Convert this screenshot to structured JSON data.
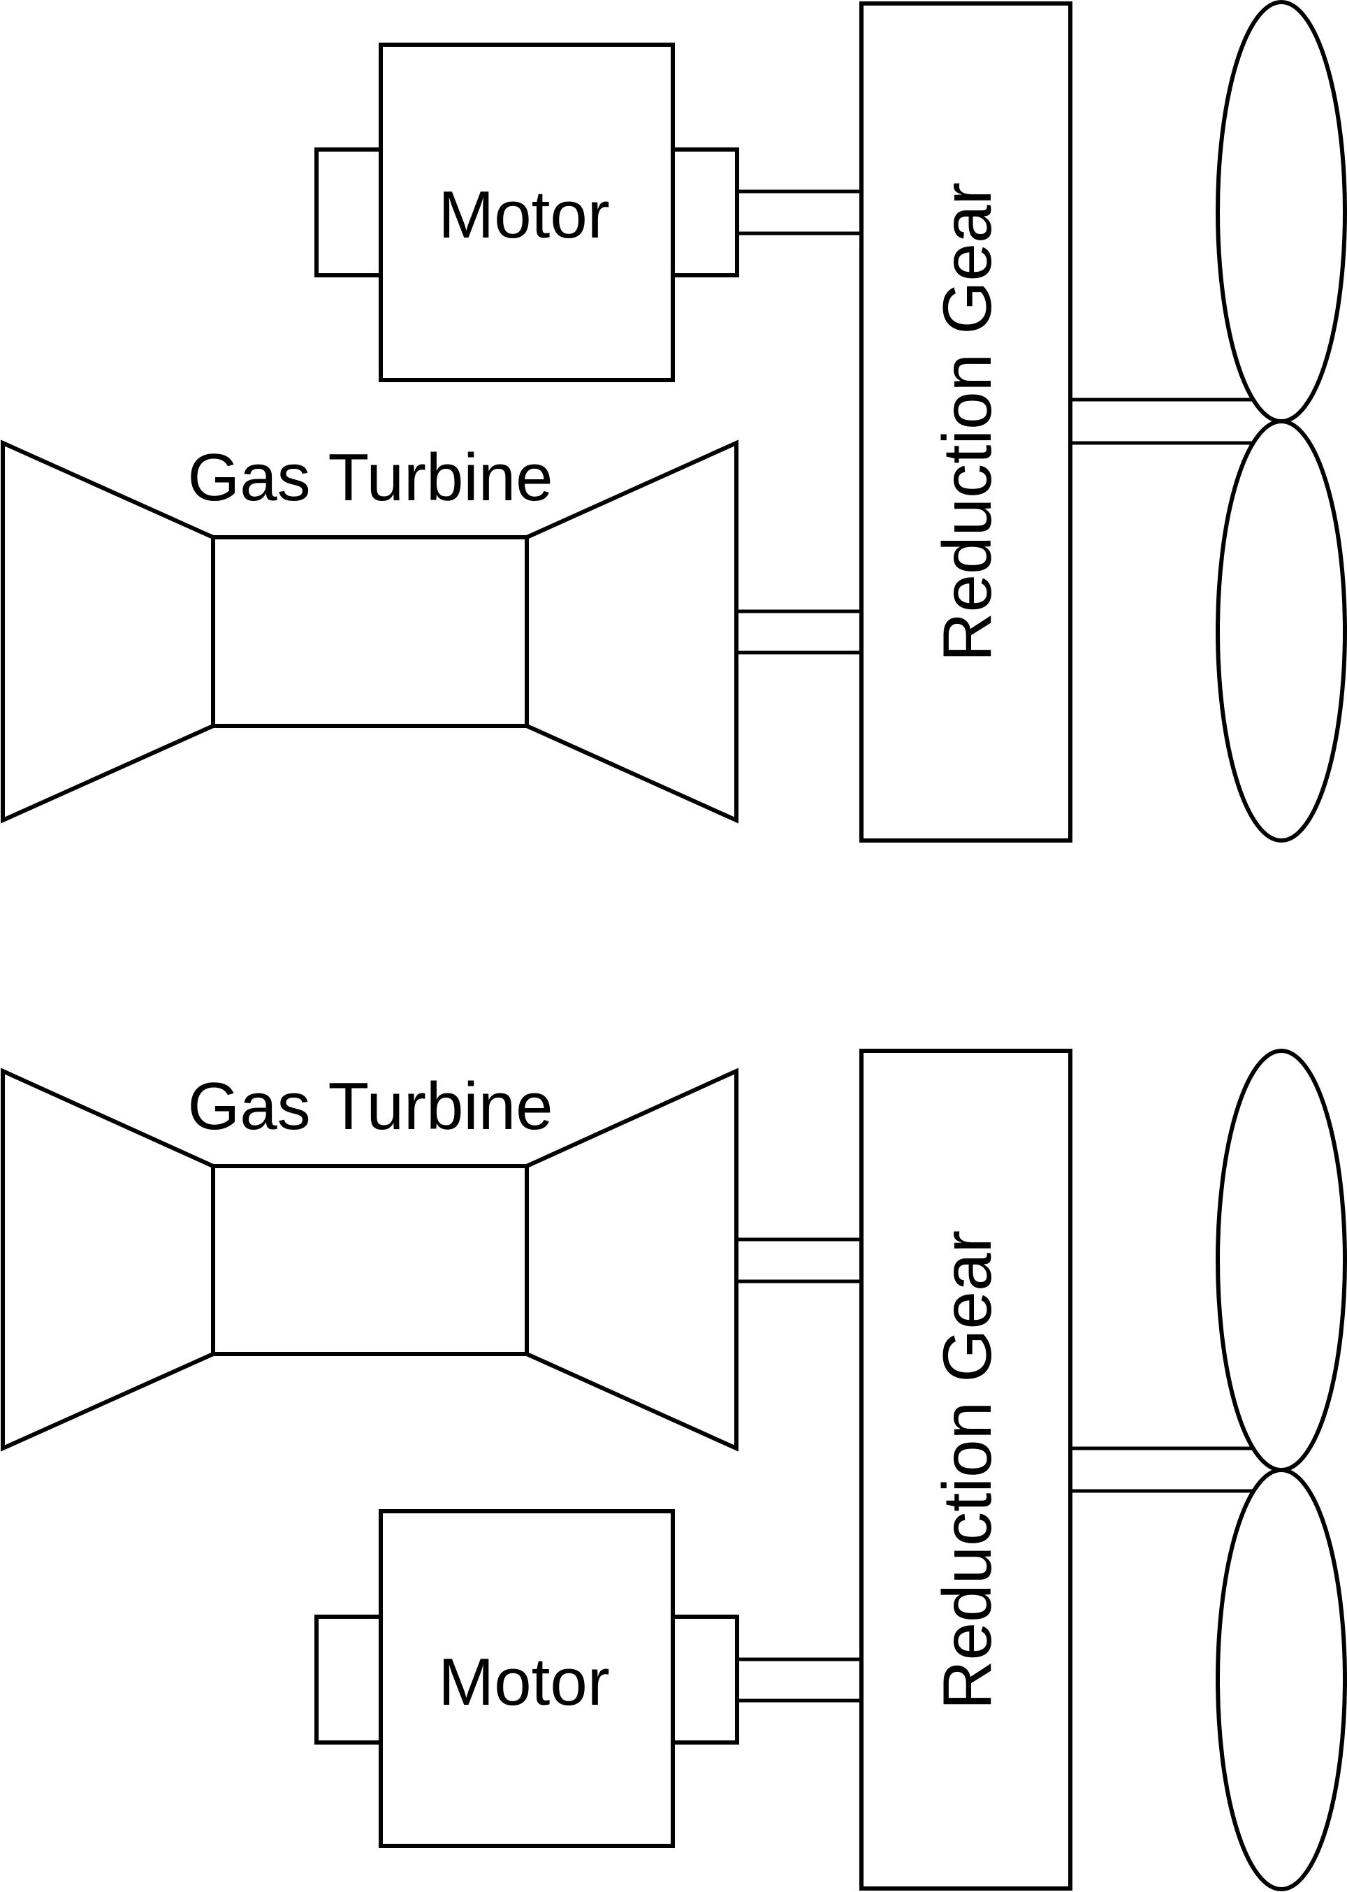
{
  "colors": {
    "stroke": "#000000",
    "background": "#ffffff"
  },
  "top_arrangement": {
    "motor_label": "Motor",
    "gas_turbine_label": "Gas Turbine",
    "reduction_gear_label": "Reduction Gear"
  },
  "bottom_arrangement": {
    "motor_label": "Motor",
    "gas_turbine_label": "Gas Turbine",
    "reduction_gear_label": "Reduction Gear"
  }
}
